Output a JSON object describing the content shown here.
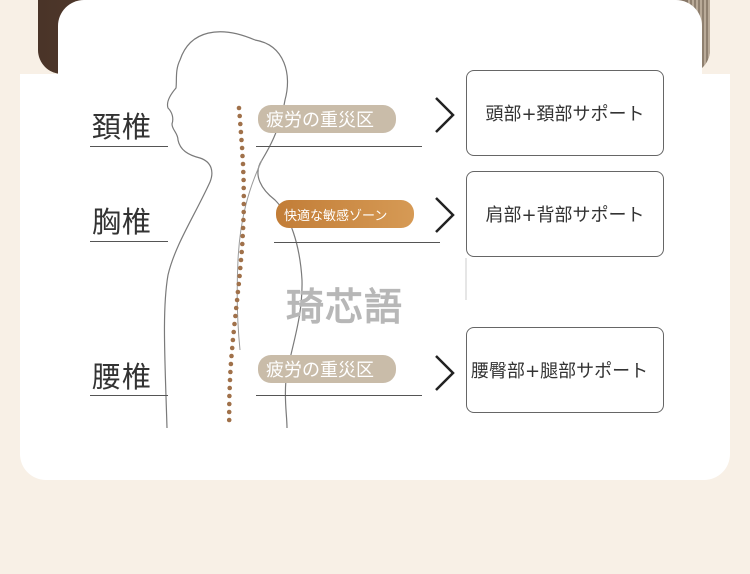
{
  "watermark": "琦芯語",
  "regions": [
    {
      "label": "頚椎",
      "badge": "疲労の重災区",
      "support": "頭部+頚部サポート"
    },
    {
      "label": "胸椎",
      "badge": "快適な敏感ゾーン",
      "support": "肩部+背部サポート"
    },
    {
      "label": "腰椎",
      "badge": "疲労の重災区",
      "support": "腰臀部+腿部サポート"
    }
  ],
  "colors": {
    "background": "#f8f0e6",
    "panel": "#ffffff",
    "grey_badge": "#c9bca9",
    "orange_badge": "#c98a45",
    "spine_dots": "#a0714a"
  }
}
